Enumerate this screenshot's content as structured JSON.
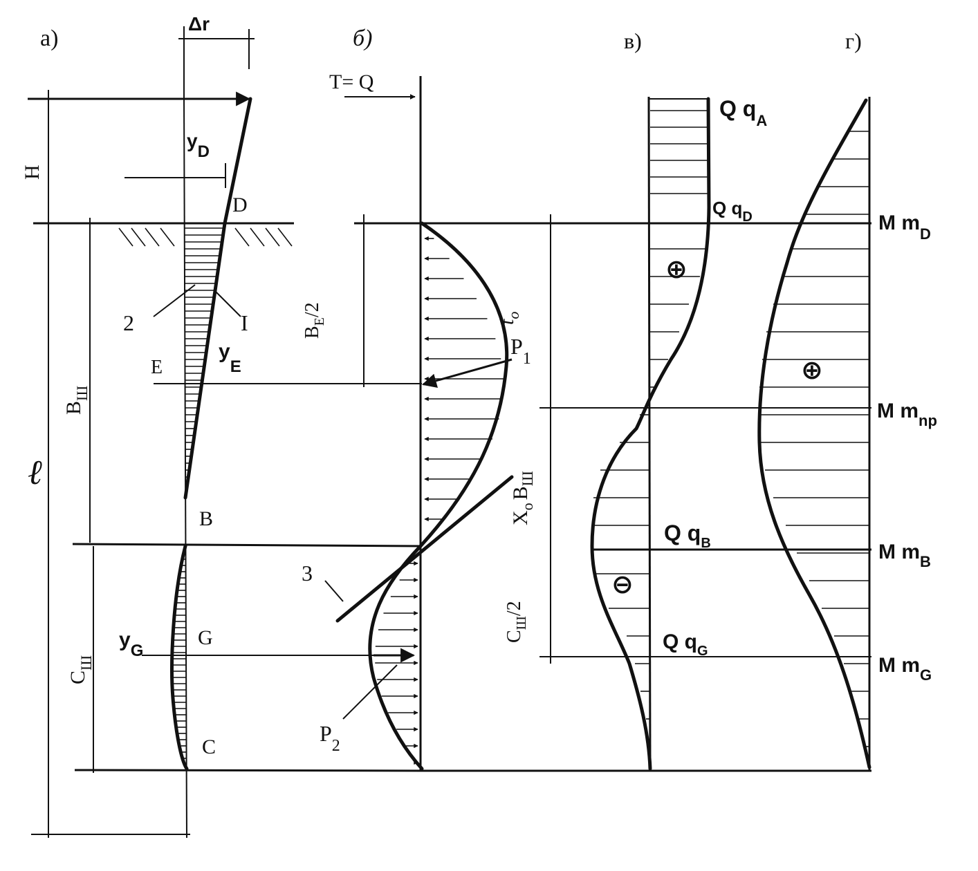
{
  "panels": {
    "a": "а)",
    "b": "б)",
    "v": "в)",
    "g": "г)"
  },
  "panel_a": {
    "delta_r": "Δr",
    "H": "H",
    "y_D_main": "y",
    "y_D_sub": "D",
    "D": "D",
    "label_2": "2",
    "label_1": "I",
    "E": "E",
    "y_E_main": "y",
    "y_E_sub": "E",
    "B_sh_main": "B",
    "B_sh_sub": "Ш",
    "l": "ℓ",
    "B": "B",
    "y_G_main": "y",
    "y_G_sub": "G",
    "G": "G",
    "C_sh_main": "C",
    "C_sh_sub": "Ш",
    "C": "C"
  },
  "panel_b": {
    "T_eq_Q": "T= Q",
    "B_E_half": "B",
    "B_E_half_sub": "E",
    "B_E_half_tail": "/2",
    "P1_main": "P",
    "P1_sub": "1",
    "label_3": "3",
    "P2_main": "P",
    "P2_sub": "2",
    "t0_main": "t",
    "t0_sub": "o",
    "x0Bsh_main": "X",
    "x0Bsh_sub": "o",
    "x0Bsh_B": "B",
    "x0Bsh_Bsub": "Ш",
    "C_half_main": "C",
    "C_half_sub": "Ш",
    "C_half_tail": "/2"
  },
  "panel_v": {
    "Qq_A_main": "Q q",
    "Qq_A_sub": "A",
    "Qq_D_main": "Q q",
    "Qq_D_sub": "D",
    "plus": "⊕",
    "Qq_B_main": "Q q",
    "Qq_B_sub": "B",
    "minus": "⊖",
    "Qq_G_main": "Q q",
    "Qq_G_sub": "G"
  },
  "panel_g": {
    "Mm_D_main": "M m",
    "Mm_D_sub": "D",
    "plus": "⊕",
    "Mm_np_main": "M m",
    "Mm_np_sub": "np",
    "Mm_B_main": "M m",
    "Mm_B_sub": "B",
    "Mm_G_main": "M m",
    "Mm_G_sub": "G"
  }
}
